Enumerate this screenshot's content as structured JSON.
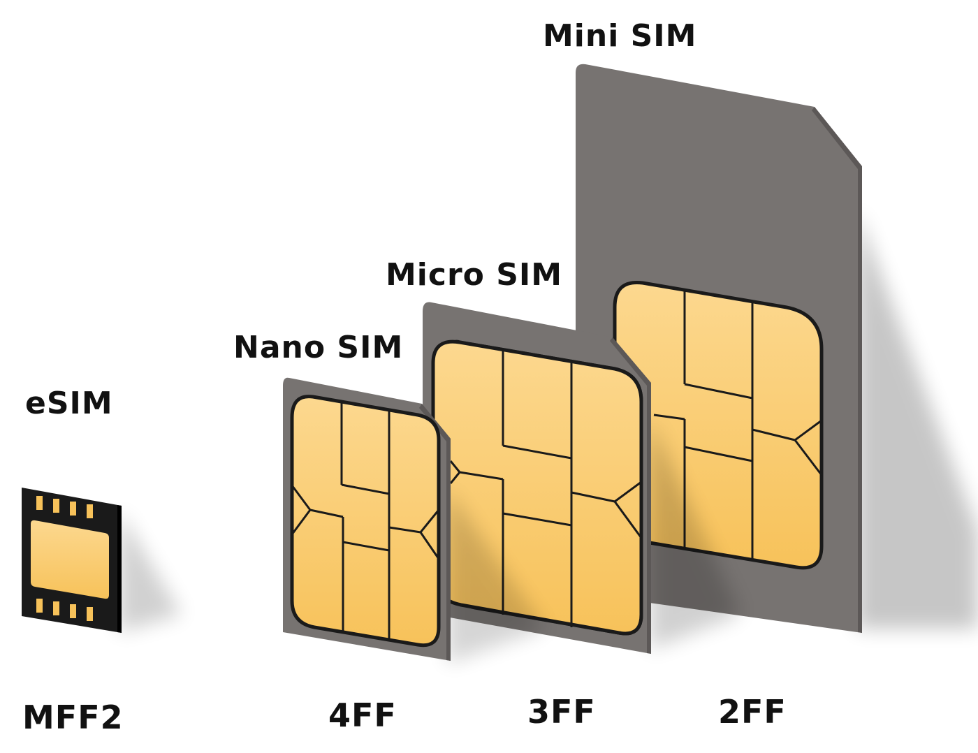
{
  "colors": {
    "card": "#777371",
    "card_edge": "#5a5655",
    "contact_top": "#fcd78e",
    "contact_bottom": "#f8c25c",
    "contact_border": "#1a1a1a",
    "text": "#111111"
  },
  "sims": [
    {
      "name": "eSIM",
      "code": "MFF2"
    },
    {
      "name": "Nano SIM",
      "code": "4FF"
    },
    {
      "name": "Micro SIM",
      "code": "3FF"
    },
    {
      "name": "Mini SIM",
      "code": "2FF"
    }
  ]
}
